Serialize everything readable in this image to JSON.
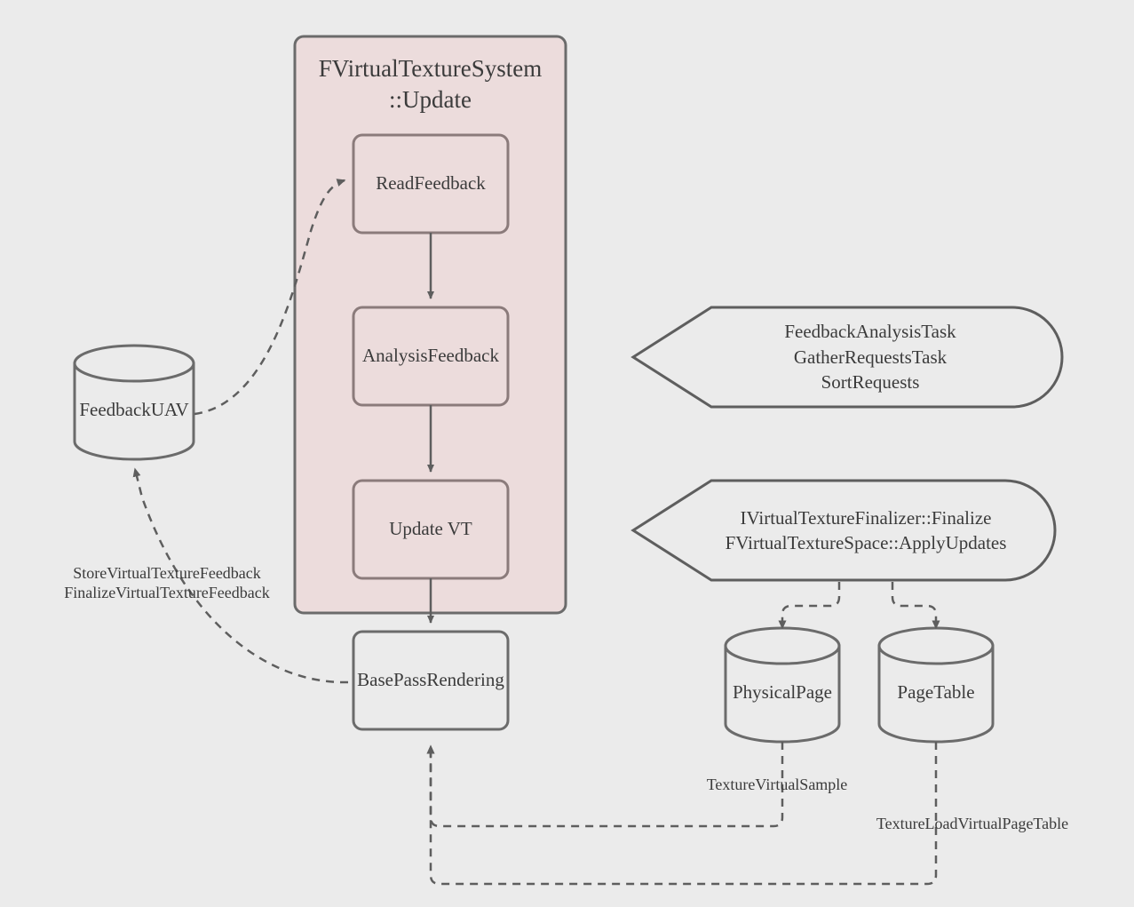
{
  "diagram": {
    "title": "FVirtualTextureSystem Update Flow",
    "background_color": "#ebebeb",
    "subgraph": {
      "label_line1": "FVirtualTextureSystem",
      "label_line2": "::Update",
      "fill_color": "#ecdcdc",
      "stroke_color": "#6b6b6b"
    },
    "nodes": {
      "read_feedback": "ReadFeedback",
      "analysis_feedback": "AnalysisFeedback",
      "update_vt": "Update VT",
      "base_pass_rendering": "BasePassRendering",
      "feedback_uav": "FeedbackUAV",
      "physical_page": "PhysicalPage",
      "page_table": "PageTable"
    },
    "annotations": {
      "tasks_note": {
        "line1": "FeedbackAnalysisTask",
        "line2": "GatherRequestsTask",
        "line3": "SortRequests"
      },
      "finalize_note": {
        "line1": "IVirtualTextureFinalizer::Finalize",
        "line2": "FVirtualTextureSpace::ApplyUpdates"
      }
    },
    "edge_labels": {
      "store_feedback": {
        "line1": "StoreVirtualTextureFeedback",
        "line2": "FinalizeVirtualTextureFeedback"
      },
      "texture_virtual_sample": "TextureVirtualSample",
      "texture_load_virtual_page_table": "TextureLoadVirtualPageTable"
    },
    "colors": {
      "node_fill_in_subgraph": "#ecdcdc",
      "node_stroke_in_subgraph": "#8b7b7b",
      "node_fill_outside": "#ebebeb",
      "node_stroke_outside": "#6b6b6b",
      "edge_stroke": "#5e5e5e",
      "text": "#3b3b3b"
    }
  }
}
